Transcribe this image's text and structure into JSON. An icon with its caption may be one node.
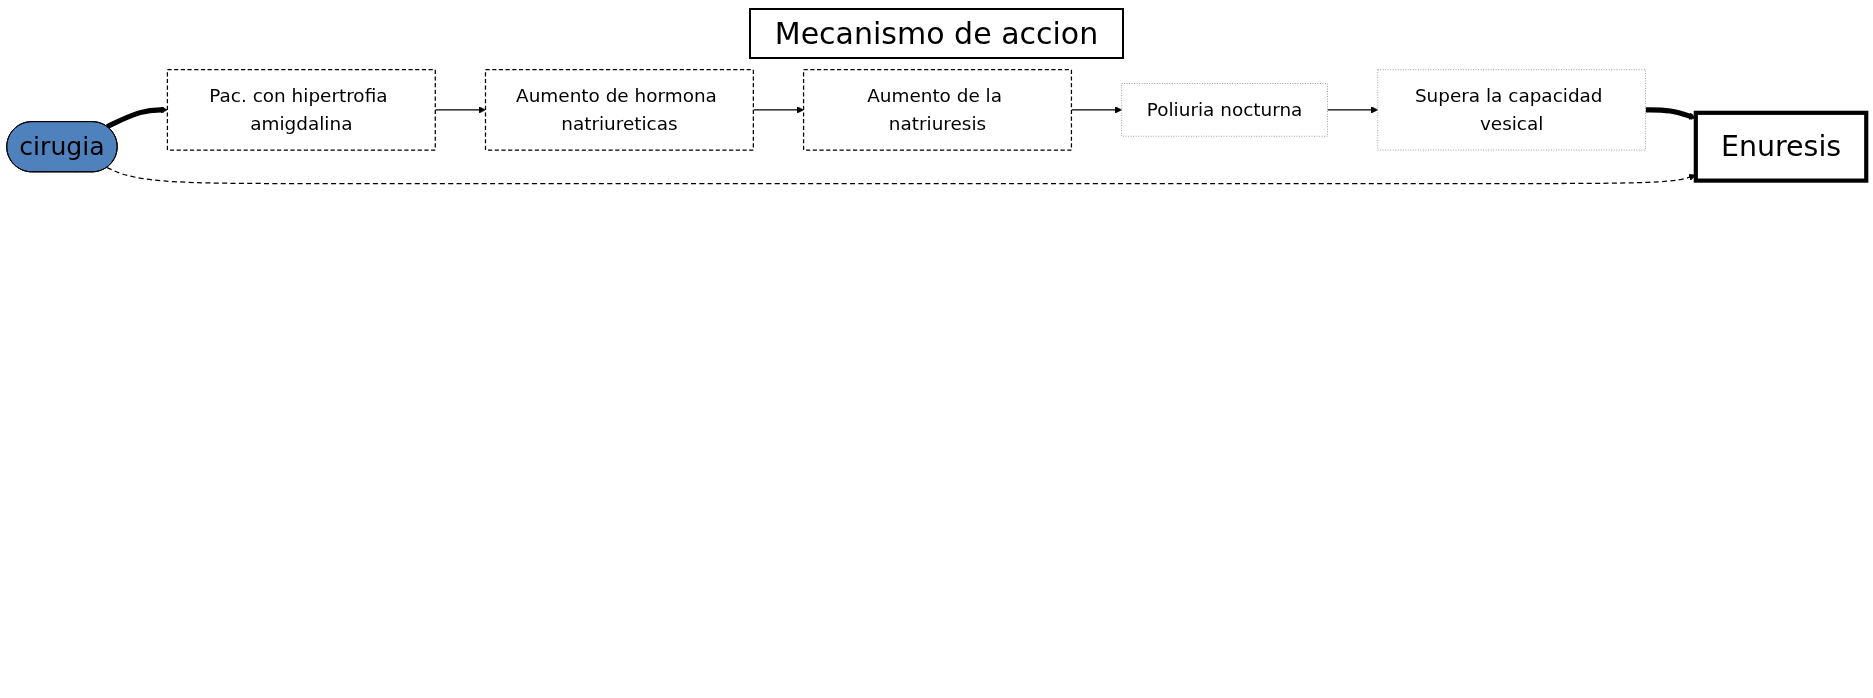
{
  "diagram": {
    "title": "Mecanismo de accion",
    "nodes": [
      {
        "text": [
          "Pac. con hipertrofia amigdalina"
        ]
      },
      {
        "text": [
          "Aumento de hormona natriureticas"
        ]
      },
      {
        "text": [
          "Aumento de la natriuresis"
        ]
      },
      {
        "text": [
          "Poliuria nocturna"
        ]
      },
      {
        "text": [
          "Supera la capacidad vesical"
        ]
      },
      {
        "text": [
          "cirugia"
        ]
      },
      {
        "text": [
          "Enuresis"
        ]
      }
    ],
    "edges": [
      {
        "from": 0,
        "to": 1,
        "arrow": "to"
      },
      {
        "from": 1,
        "to": 2,
        "arrow": "to"
      },
      {
        "from": 2,
        "to": 3,
        "arrow": "to"
      },
      {
        "from": 3,
        "to": 4,
        "arrow": "to"
      },
      {
        "from": 4,
        "to": 6,
        "arrow": "to",
        "style": "thick"
      },
      {
        "from": 5,
        "to": 0,
        "arrow": "to",
        "style": "thick"
      },
      {
        "from": 5,
        "to": 6,
        "arrow": "to",
        "style": "dashed"
      }
    ]
  }
}
